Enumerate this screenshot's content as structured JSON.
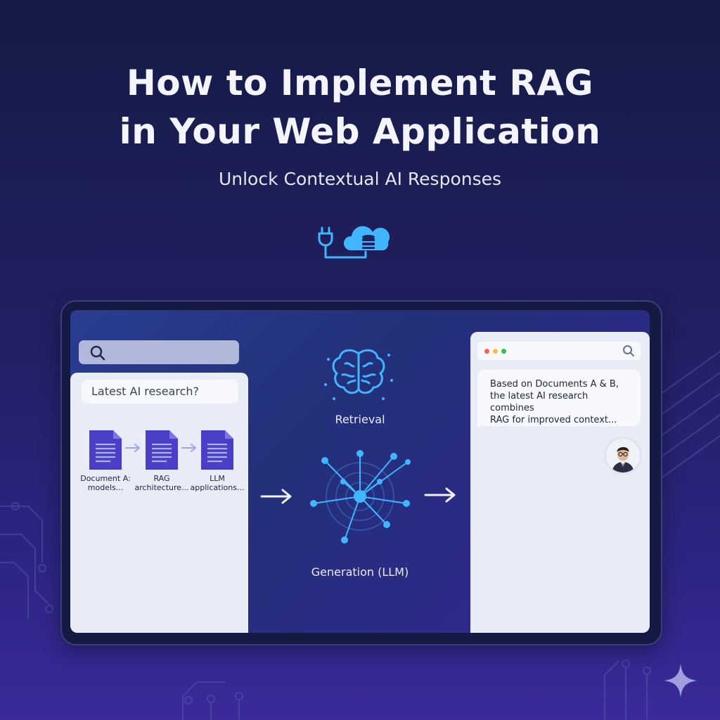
{
  "header": {
    "title_line1": "How to Implement RAG",
    "title_line2": "in Your Web Application",
    "subtitle": "Unlock Contextual AI Responses",
    "hero_icon": "plug-cloud-database-icon"
  },
  "left_panel": {
    "search_icon": "search-icon",
    "query": "Latest AI research?",
    "documents": [
      {
        "line1": "Document A:",
        "line2": "models..."
      },
      {
        "line1": "RAG",
        "line2": "architecture..."
      },
      {
        "line1": "LLM",
        "line2": "applications..."
      }
    ]
  },
  "center": {
    "retrieval_label": "Retrieval",
    "generation_label": "Generation (LLM)",
    "retrieval_icon": "brain-icon",
    "generation_icon": "network-icon"
  },
  "right_panel": {
    "response_line1": "Based on Documents A & B,",
    "response_line2": "the latest AI research combines",
    "response_line3": "RAG for improved context...",
    "avatar": "user-avatar"
  },
  "colors": {
    "accent_blue": "#3fb6ff",
    "doc_purple": "#4b3fc7",
    "panel": "#e8ecf6"
  }
}
